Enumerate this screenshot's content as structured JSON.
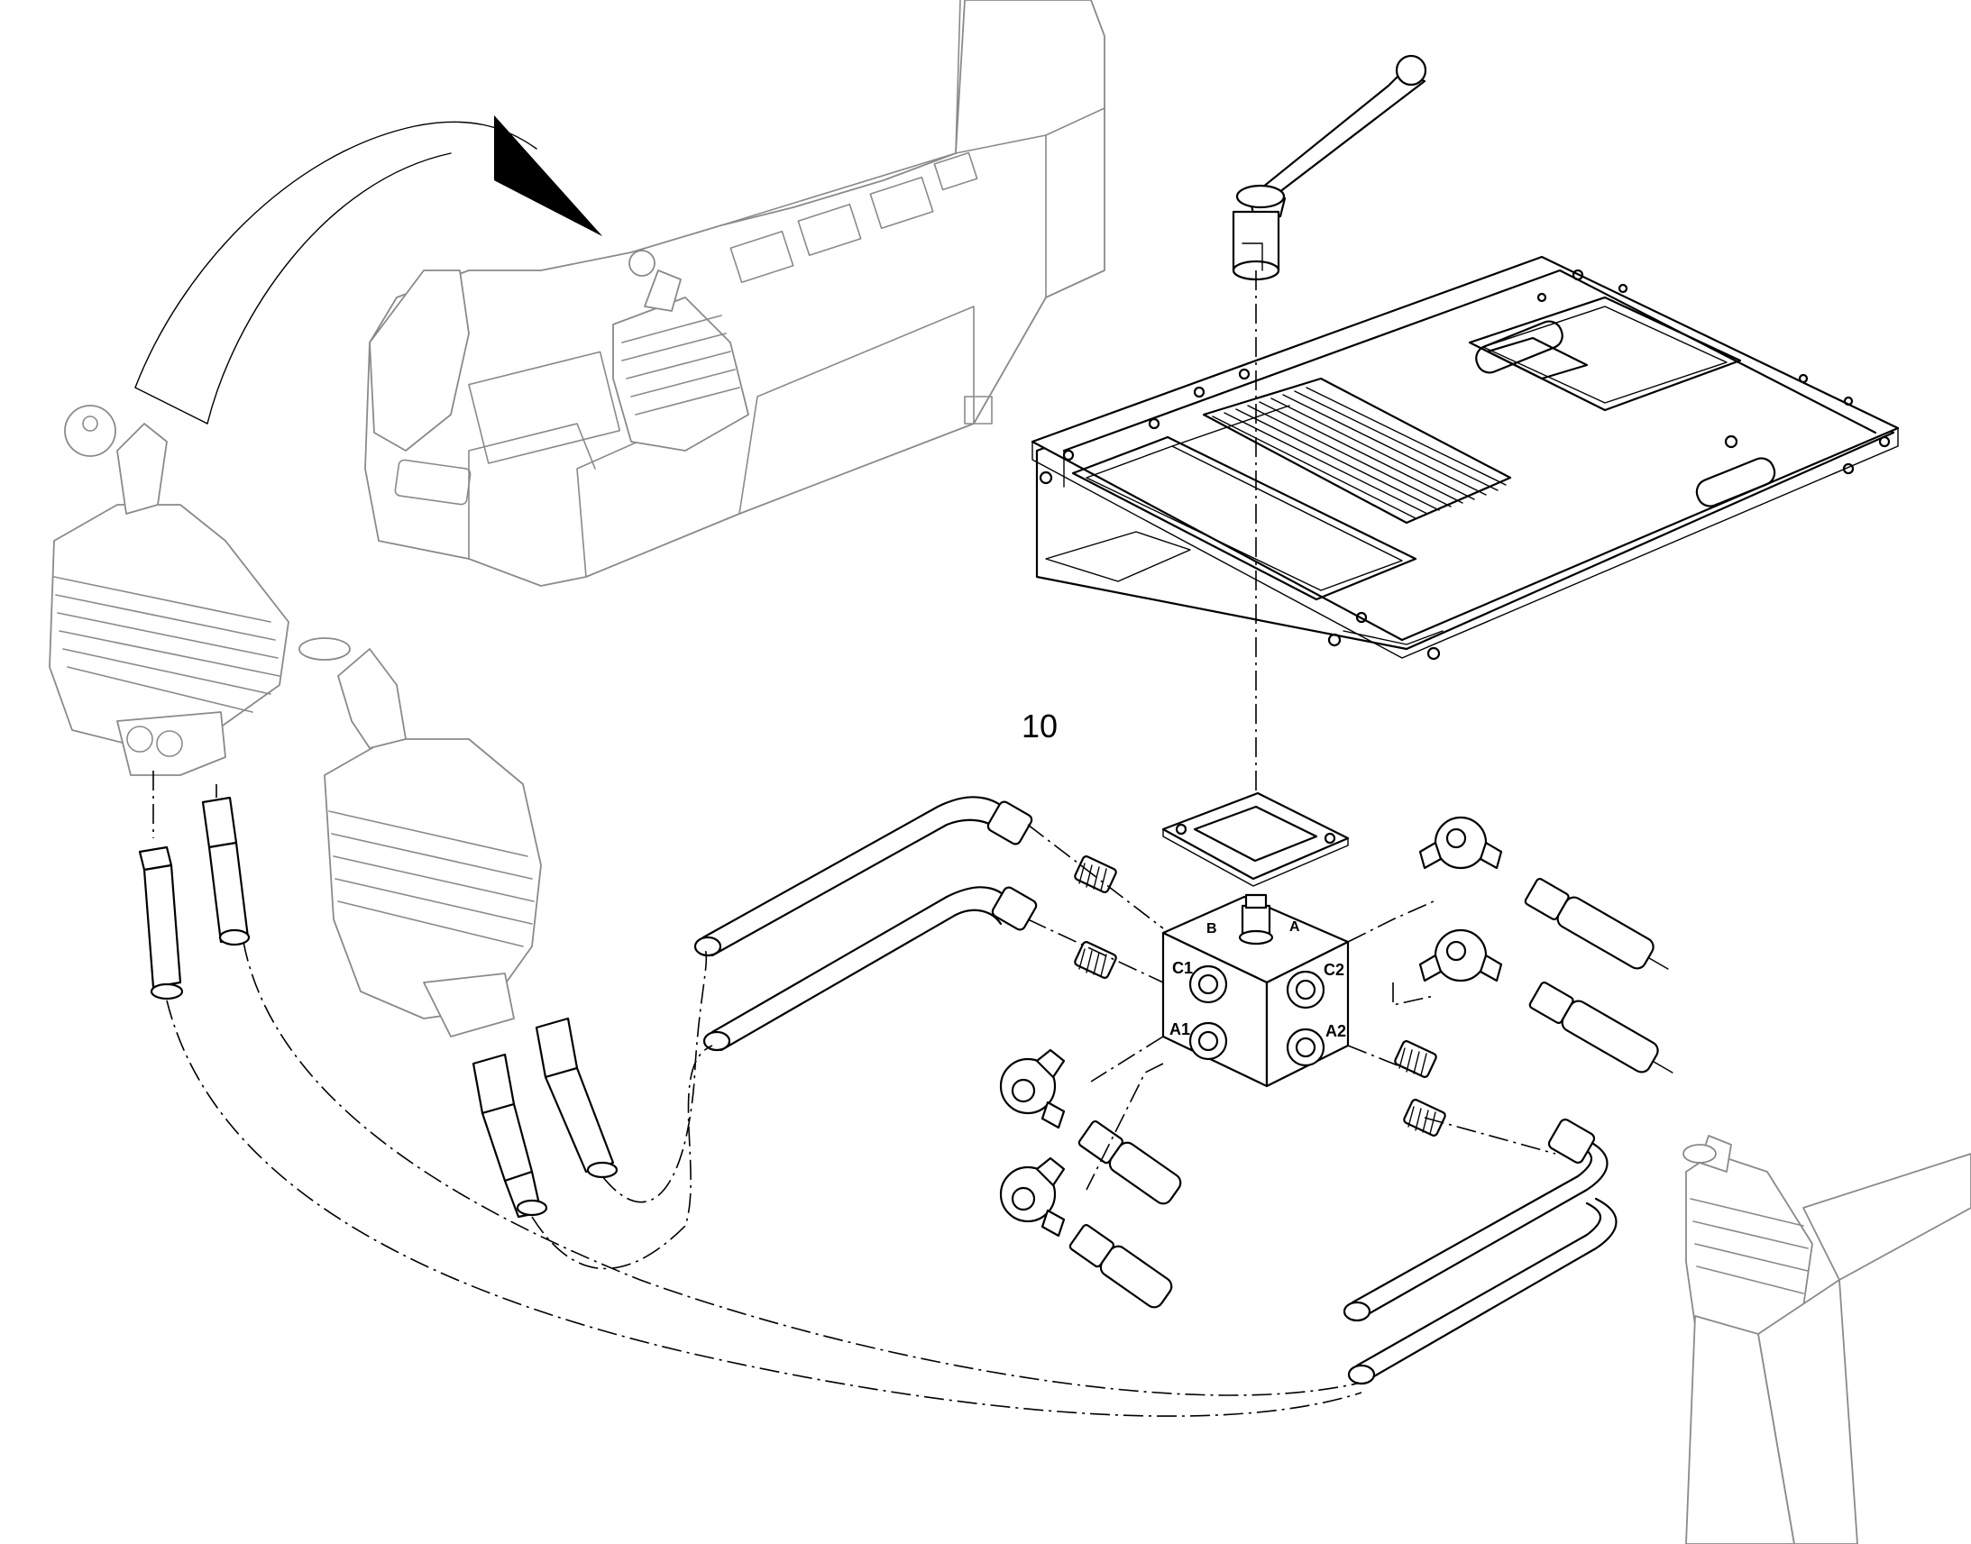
{
  "callouts": [
    {
      "id": "item-10",
      "text": "10"
    }
  ],
  "port_labels": [
    "C1",
    "C2",
    "A1",
    "A2",
    "B",
    "A"
  ]
}
